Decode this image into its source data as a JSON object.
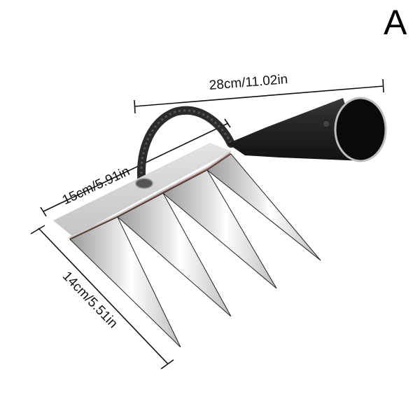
{
  "variant_label": "A",
  "product": {
    "name": "four-tine garden hoe head",
    "colors": {
      "steel": "#c8c8c8",
      "handle": "#1e1e1e",
      "weld": "#8a4b3a",
      "line": "#111111"
    }
  },
  "dimensions": {
    "length": {
      "label": "28cm/11.02in",
      "cm": 28,
      "in": 11.02
    },
    "width": {
      "label": "15cm/5.91in",
      "cm": 15,
      "in": 5.91
    },
    "tine_length": {
      "label": "14cm/5.51in",
      "cm": 14,
      "in": 5.51
    }
  }
}
